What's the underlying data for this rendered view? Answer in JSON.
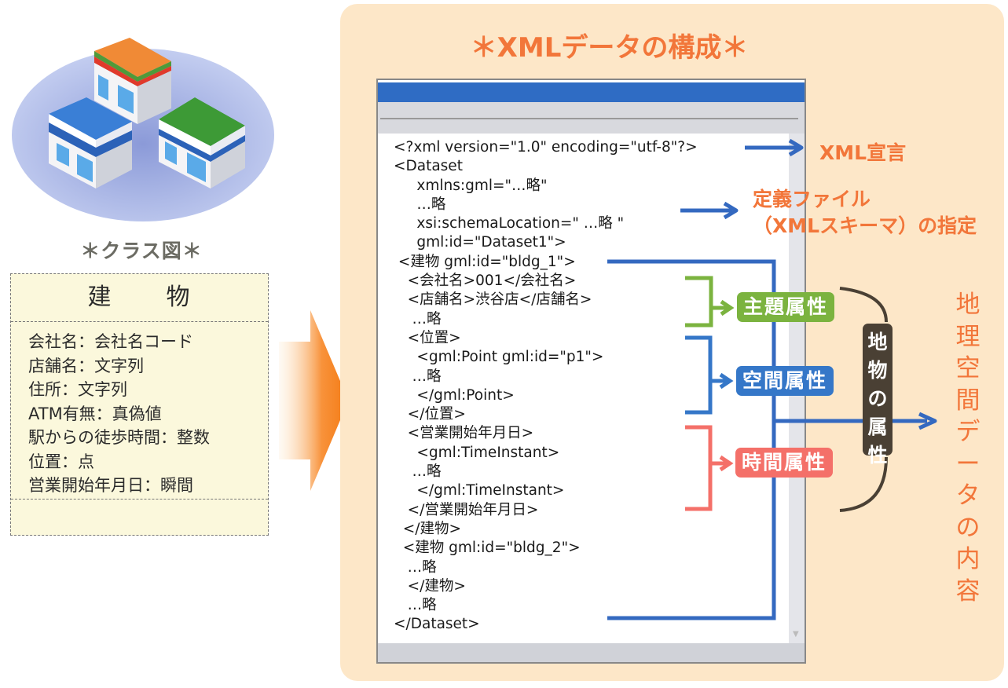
{
  "left": {
    "illustration": {
      "ellipse_color": "#a9b9e8",
      "buildings": [
        {
          "name": "orange-roof-store",
          "roof_color": "#f08a36",
          "band_color": "#e03a2b"
        },
        {
          "name": "blue-roof-store",
          "roof_color": "#3a7fd6",
          "band_color": "#2c62b8"
        },
        {
          "name": "green-roof-store",
          "roof_color": "#3d9a36",
          "band_color": "#2c62b8"
        }
      ]
    },
    "class_caption": "＊クラス図＊",
    "class_box": {
      "name": "建　物",
      "attributes": [
        "会社名：会社名コード",
        "店舗名：文字列",
        "住所：文字列",
        "ATM有無：真偽値",
        "駅からの徒歩時間：整数",
        "位置：点",
        "営業開始年月日：瞬間"
      ]
    }
  },
  "panel": {
    "title": "＊XMLデータの構成＊",
    "xml_lines": [
      "<?xml version=\"1.0\" encoding=\"utf-8\"?>",
      "<Dataset",
      "     xmlns:gml=\"…略\"",
      "     …略",
      "     xsi:schemaLocation=\" …略 \"",
      "     gml:id=\"Dataset1\">",
      " <建物 gml:id=\"bldg_1\">",
      "   <会社名>001</会社名>",
      "   <店舗名>渋谷店</店舗名>",
      "    …略",
      "   <位置>",
      "     <gml:Point gml:id=\"p1\">",
      "    …略",
      "     </gml:Point>",
      "   </位置>",
      "   <営業開始年月日>",
      "     <gml:TimeInstant>",
      "    …略",
      "     </gml:TimeInstant>",
      "   </営業開始年月日>",
      "  </建物>",
      "  <建物 gml:id=\"bldg_2\">",
      "   …略",
      "   </建物>",
      "   …略",
      "</Dataset>"
    ],
    "labels": {
      "xml_declaration": "XML宣言",
      "schema_line1": "定義ファイル",
      "schema_line2": "（XMLスキーマ）の指定",
      "thematic": "主題属性",
      "spatial": "空間属性",
      "temporal": "時間属性",
      "feature_attributes": "地物の属性",
      "geo_content": "地理空間データの内容"
    },
    "colors": {
      "accent_orange": "#f2763a",
      "panel_bg": "#fde7c8",
      "arrow_blue": "#3469c0",
      "thematic_green": "#7bb33f",
      "spatial_blue": "#3577c8",
      "temporal_red": "#f47069",
      "feature_dark": "#4a4034"
    }
  }
}
